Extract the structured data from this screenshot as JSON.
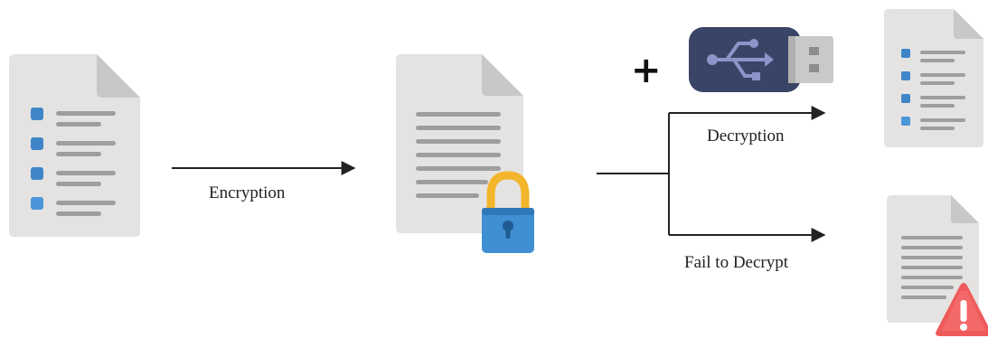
{
  "labels": {
    "encryption": "Encryption",
    "decryption": "Decryption",
    "fail": "Fail to Decrypt",
    "plus": "+"
  },
  "icons": {
    "document": "document-icon",
    "lock": "padlock-icon",
    "usb": "usb-drive-icon",
    "warning": "warning-icon"
  },
  "colors": {
    "paper": "#e4e3e1",
    "paper_fold": "#c9c8c6",
    "text_line": "#9e9e9c",
    "bullet_blue": "#3f86c9",
    "lock_body": "#3f8fd2",
    "lock_shackle": "#f2b52b",
    "usb_body": "#3a4466",
    "usb_symbol": "#8b95c9",
    "usb_connector": "#c9c9c9",
    "warning_red": "#f05a5a",
    "arrow": "#222222"
  }
}
